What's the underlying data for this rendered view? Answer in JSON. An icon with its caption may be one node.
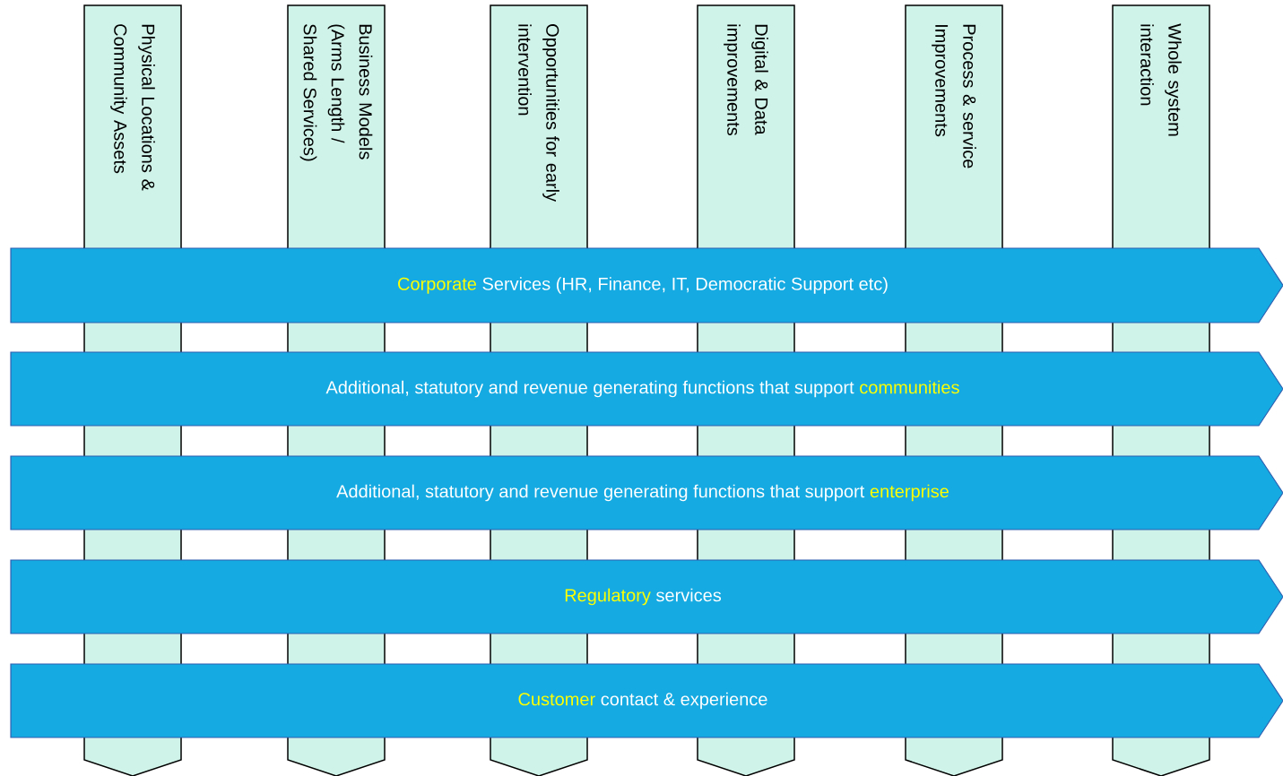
{
  "diagram": {
    "nodes": [
      {
        "text": [
          "Physical Locations & Community Assets"
        ]
      },
      {
        "text": [
          "Business Models (Arms Length / Shared Services)"
        ]
      },
      {
        "text": [
          "Opportunities for early intervention"
        ]
      },
      {
        "text": [
          "Digital & Data improvements"
        ]
      },
      {
        "text": [
          "Process & service Improvements"
        ]
      },
      {
        "text": [
          "Whole system interaction"
        ]
      },
      {
        "text": [
          "Corporate",
          "Services (HR, Finance, IT, Democratic Support etc)"
        ]
      },
      {
        "text": [
          "Additional, statutory and revenue generating functions that support",
          "communities"
        ]
      },
      {
        "text": [
          "Additional, statutory and revenue generating functions that support",
          "enterprise"
        ]
      },
      {
        "text": [
          "Regulatory",
          "services"
        ]
      },
      {
        "text": [
          "Customer",
          "contact & experience"
        ]
      }
    ]
  }
}
